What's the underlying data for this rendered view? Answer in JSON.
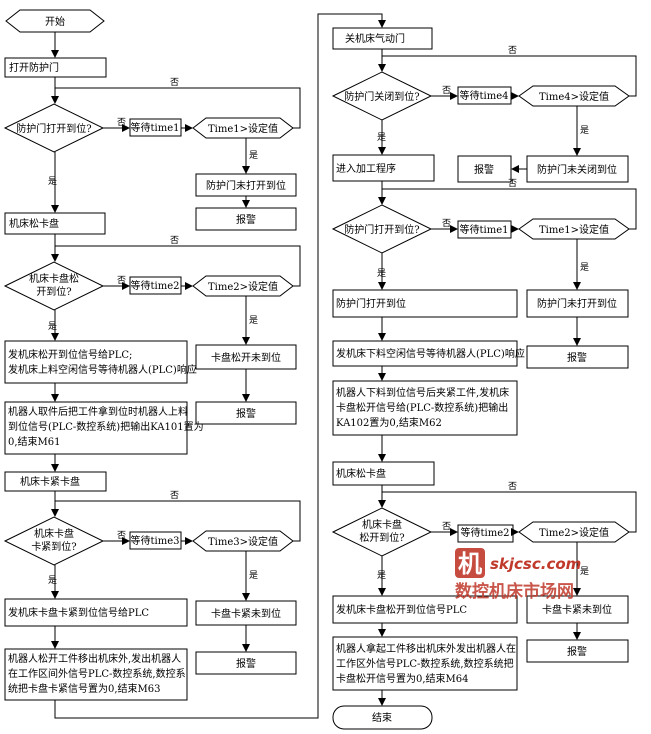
{
  "start": "开始",
  "end": "结束",
  "left": {
    "open_door": "打开防护门",
    "q_door_open": "防护门打开到位?",
    "wait_t1": "等待time1",
    "cmp_t1": "Time1>设定值",
    "door_not_open": "防护门未打开到位",
    "alarm1": "报警",
    "chuck_loosen": "机床松卡盘",
    "q_chuck_loose_l1": "机床卡盘松",
    "q_chuck_loose_l2": "开到位?",
    "wait_t2": "等待time2",
    "cmp_t2": "Time2>设定值",
    "chuck_not_loose": "卡盘松开未到位",
    "alarm2": "报警",
    "send_loose_l1": "发机床松开到位信号给PLC;",
    "send_loose_l2": "发机床上料空闲信号等待机器人(PLC)响应",
    "robot_pick_l1": "机器人取件后把工件拿到位时机器人上料",
    "robot_pick_l2": "到位信号(PLC-数控系统)把输出KA101置为",
    "robot_pick_l3": "0,结束M61",
    "chuck_clamp": "机床卡紧卡盘",
    "q_chuck_clamp_l1": "机床卡盘",
    "q_chuck_clamp_l2": "卡紧到位?",
    "wait_t3": "等待time3",
    "cmp_t3": "Time3>设定值",
    "chuck_not_clamp": "卡盘卡紧未到位",
    "alarm3": "报警",
    "send_clamp": "发机床卡盘卡紧到位信号给PLC",
    "robot_leave_l1": "机器人松开工件移出机床外,发出机器人",
    "robot_leave_l2": "在工作区间外信号PLC-数控系统,数控系",
    "robot_leave_l3": "统把卡盘卡紧信号置为0,结束M63"
  },
  "right": {
    "close_door": "关机床气动门",
    "q_door_closed": "防护门关闭到位?",
    "wait_t4": "等待time4",
    "cmp_t4": "Time4>设定值",
    "alarm4": "报警",
    "door_not_closed": "防护门未关闭到位",
    "enter_process": "进入加工程序",
    "q_door_open": "防护门打开到位?",
    "wait_t1": "等待time1",
    "cmp_t1": "Time1>设定值",
    "door_open_ok": "防护门打开到位",
    "door_not_open": "防护门未打开到位",
    "alarm5": "报警",
    "send_unload": "发机床下料空闲信号等待机器人(PLC)响应",
    "robot_load_l1": "机器人下料到位信号后夹紧工件,发机床",
    "robot_load_l2": "卡盘松开信号给(PLC-数控系统)把输出",
    "robot_load_l3": "KA102置为0,结束M62",
    "chuck_loosen": "机床松卡盘",
    "q_chuck_loose_l1": "机床卡盘",
    "q_chuck_loose_l2": "松开到位?",
    "wait_t2": "等待time2",
    "cmp_t2": "Time2>设定值",
    "send_loose": "发机床卡盘松开到位信号PLC",
    "chuck_not_loose": "卡盘卡紧未到位",
    "alarm6": "报警",
    "robot_unload_l1": "机器人拿起工件移出机床外发出机器人在",
    "robot_unload_l2": "工作区外信号PLC-数控系统,数控系统把",
    "robot_unload_l3": "卡盘松开信号置为0,结束M64"
  },
  "labels": {
    "no": "否",
    "yes": "是"
  },
  "watermark": {
    "char": "机",
    "url": "skjcsc.com",
    "cn": "数控机床市场网"
  }
}
